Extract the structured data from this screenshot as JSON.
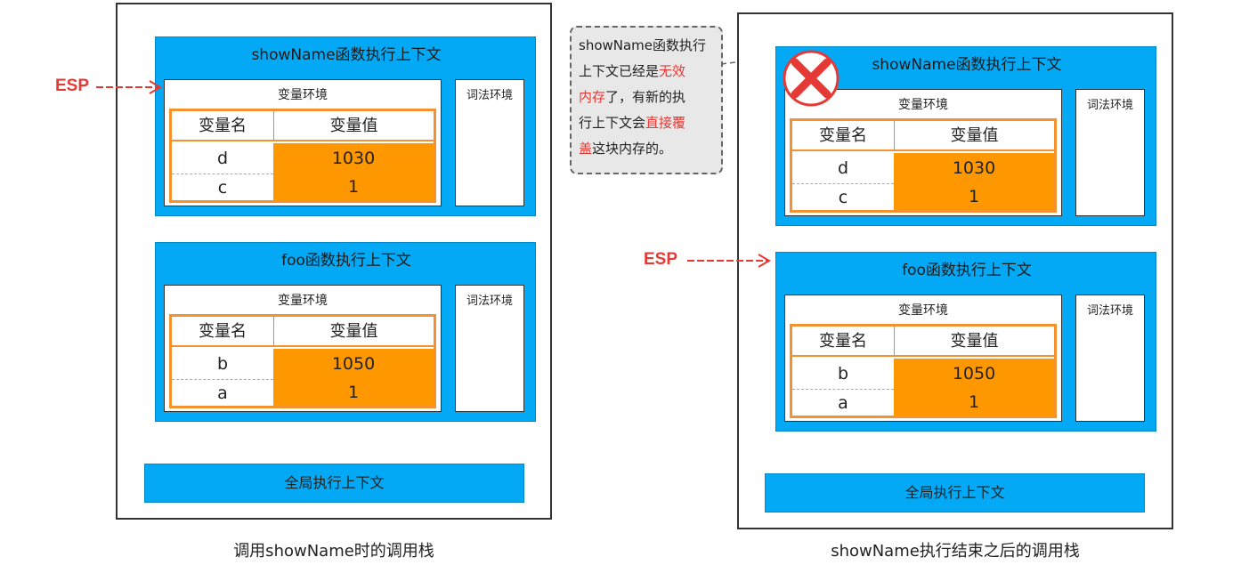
{
  "left": {
    "caption": "调用showName时的调用栈",
    "esp_label": "ESP",
    "show_ctx": {
      "title": "showName函数执行上下文",
      "var_env_title": "变量环境",
      "lex_env_title": "词法环境",
      "headers": [
        "变量名",
        "变量值"
      ],
      "rows": [
        {
          "name": "d",
          "value": "1030"
        },
        {
          "name": "c",
          "value": "1"
        }
      ]
    },
    "foo_ctx": {
      "title": "foo函数执行上下文",
      "var_env_title": "变量环境",
      "lex_env_title": "词法环境",
      "headers": [
        "变量名",
        "变量值"
      ],
      "rows": [
        {
          "name": "b",
          "value": "1050"
        },
        {
          "name": "a",
          "value": "1"
        }
      ]
    },
    "global_ctx": "全局执行上下文"
  },
  "right": {
    "caption": "showName执行结束之后的调用栈",
    "esp_label": "ESP",
    "show_ctx": {
      "title": "showName函数执行上下文",
      "var_env_title": "变量环境",
      "lex_env_title": "词法环境",
      "headers": [
        "变量名",
        "变量值"
      ],
      "rows": [
        {
          "name": "d",
          "value": "1030"
        },
        {
          "name": "c",
          "value": "1"
        }
      ]
    },
    "foo_ctx": {
      "title": "foo函数执行上下文",
      "var_env_title": "变量环境",
      "lex_env_title": "词法环境",
      "headers": [
        "变量名",
        "变量值"
      ],
      "rows": [
        {
          "name": "b",
          "value": "1050"
        },
        {
          "name": "a",
          "value": "1"
        }
      ]
    },
    "global_ctx": "全局执行上下文"
  },
  "note": {
    "lines": [
      [
        {
          "t": "showName函数执行",
          "red": false
        }
      ],
      [
        {
          "t": "上下文已经是",
          "red": false
        },
        {
          "t": "无效",
          "red": true
        }
      ],
      [
        {
          "t": "内存",
          "red": true
        },
        {
          "t": "了，有新的执",
          "red": false
        }
      ],
      [
        {
          "t": "行上下文会",
          "red": false
        },
        {
          "t": "直接覆",
          "red": true
        }
      ],
      [
        {
          "t": "盖",
          "red": true
        },
        {
          "t": "这块内存的。",
          "red": false
        }
      ]
    ]
  },
  "colors": {
    "context_blue": "#03a9f4",
    "value_orange": "#ff9800",
    "table_border": "#f4922f",
    "esp_red": "#e53935",
    "note_gray": "#e8e8e8"
  },
  "icons": {
    "invalid_marker": "red-x-circle-icon",
    "esp_pointer": "arrow-right-icon"
  }
}
